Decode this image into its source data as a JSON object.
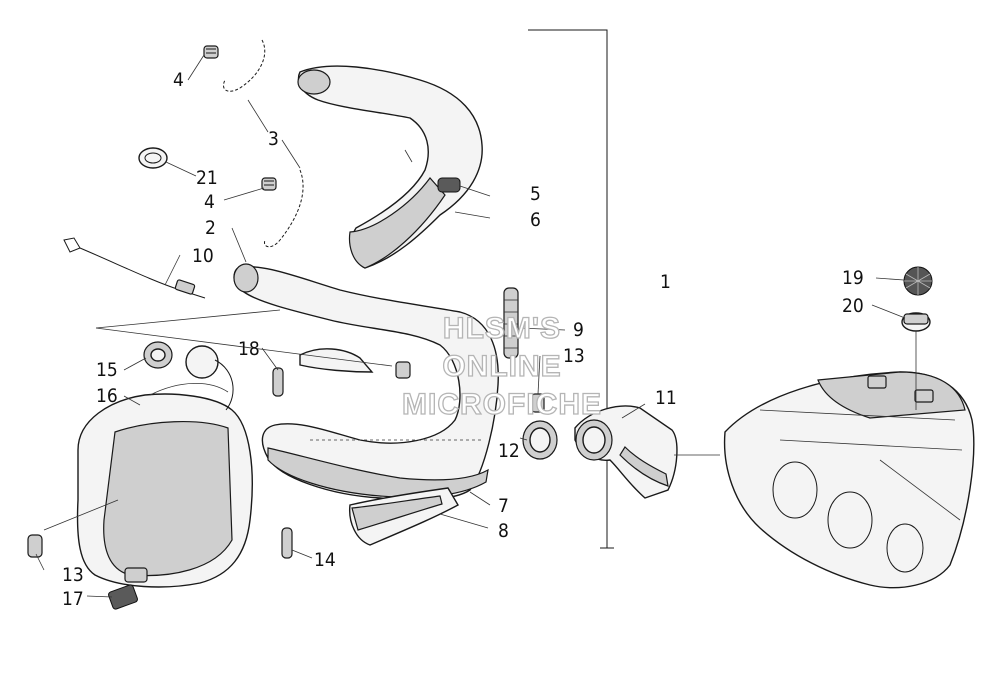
{
  "watermark": [
    "HLSM'S",
    "ONLINE",
    "MICROFICHE"
  ],
  "callouts": [
    "1",
    "2",
    "3",
    "4",
    "4",
    "5",
    "6",
    "7",
    "8",
    "9",
    "10",
    "11",
    "12",
    "13",
    "13",
    "14",
    "15",
    "16",
    "17",
    "18",
    "19",
    "20",
    "21"
  ],
  "colors": {
    "ink": "#1a1a1a",
    "paper": "#ffffff",
    "watermark_stroke": "#b5b5b5"
  }
}
